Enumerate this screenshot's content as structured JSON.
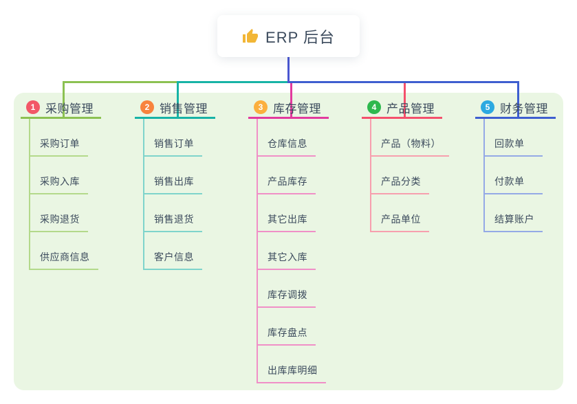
{
  "canvas": {
    "background": "#ffffff",
    "panel_color": "#eaf6e3",
    "text_color": "#3b4a5c"
  },
  "root": {
    "title": "ERP 后台",
    "icon": "thumbs-up-icon",
    "icon_color": "#f2b636",
    "connector_color": "#4a56d1"
  },
  "branches": [
    {
      "badge": "1",
      "label": "采购管理",
      "colors": {
        "badge": "#f25767",
        "line": "#8cc152",
        "light": "#b3d98a"
      },
      "children": [
        "采购订单",
        "采购入库",
        "采购退货",
        "供应商信息"
      ]
    },
    {
      "badge": "2",
      "label": "销售管理",
      "colors": {
        "badge": "#f8833d",
        "line": "#17b3a6",
        "light": "#7ed4cb"
      },
      "children": [
        "销售订单",
        "销售出库",
        "销售退货",
        "客户信息"
      ]
    },
    {
      "badge": "3",
      "label": "库存管理",
      "colors": {
        "badge": "#fbaf3f",
        "line": "#e23a9e",
        "light": "#f08fc7"
      },
      "children": [
        "仓库信息",
        "产品库存",
        "其它出库",
        "其它入库",
        "库存调拨",
        "库存盘点",
        "出库库明细"
      ]
    },
    {
      "badge": "4",
      "label": "产品管理",
      "colors": {
        "badge": "#2eb84e",
        "line": "#f4506c",
        "light": "#f79fae"
      },
      "children": [
        "产品（物料）",
        "产品分类",
        "产品单位"
      ]
    },
    {
      "badge": "5",
      "label": "财务管理",
      "colors": {
        "badge": "#2ca9e1",
        "line": "#3e5ed0",
        "light": "#94a9e6"
      },
      "children": [
        "回款单",
        "付款单",
        "结算账户"
      ]
    }
  ]
}
